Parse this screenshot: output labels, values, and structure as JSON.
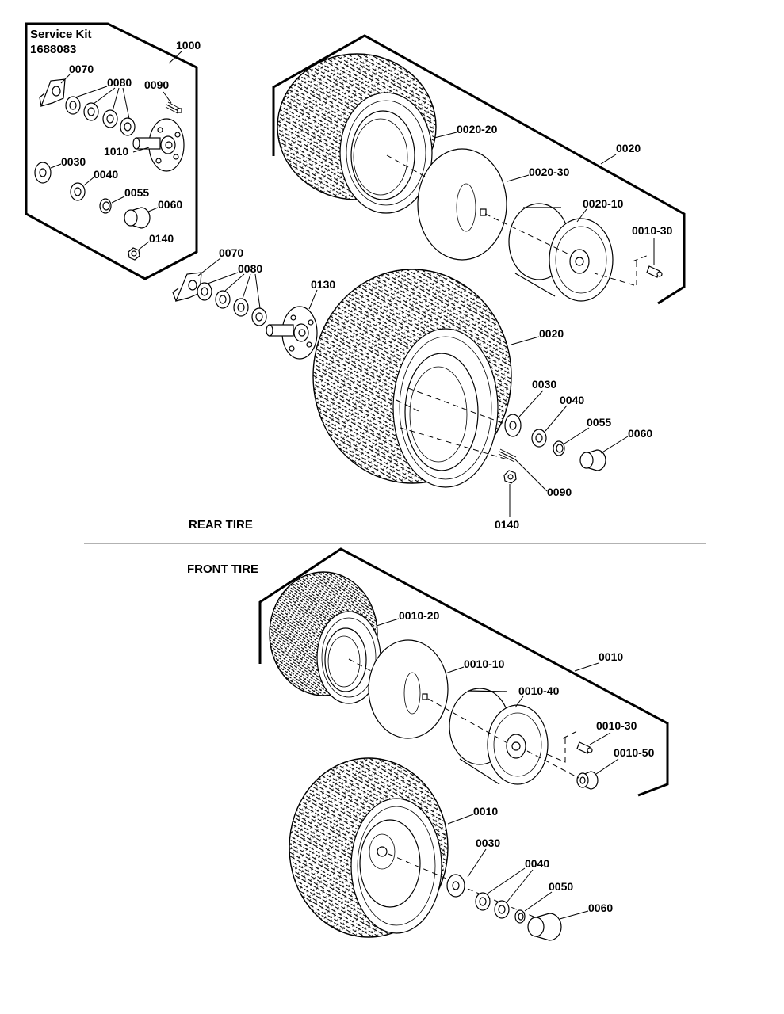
{
  "service_kit": {
    "title": "Service Kit",
    "number": "1688083",
    "callout": "1000",
    "parts": [
      "0070",
      "0080",
      "0090",
      "1010",
      "0030",
      "0040",
      "0055",
      "0060",
      "0140"
    ]
  },
  "rear_tire": {
    "section_label": "REAR TIRE",
    "callouts": {
      "tire_assembly": "0020",
      "tire": "0020-20",
      "tube": "0020-30",
      "rim": "0020-10",
      "valve": "0010-30",
      "tire_lower": "0020",
      "bracket": "0070",
      "washers": "0080",
      "hub": "0130",
      "washer_0030": "0030",
      "washer_0040": "0040",
      "ring_0055": "0055",
      "cap_0060": "0060",
      "bolt_0090": "0090",
      "nut_0140": "0140"
    }
  },
  "front_tire": {
    "section_label": "FRONT TIRE",
    "callouts": {
      "tire_assembly": "0010",
      "tire": "0010-20",
      "tube": "0010-10",
      "rim": "0010-40",
      "valve": "0010-30",
      "bushing": "0010-50",
      "tire_lower": "0010",
      "washer_0030": "0030",
      "washer_0040": "0040",
      "ring_0050": "0050",
      "cap_0060": "0060"
    }
  }
}
